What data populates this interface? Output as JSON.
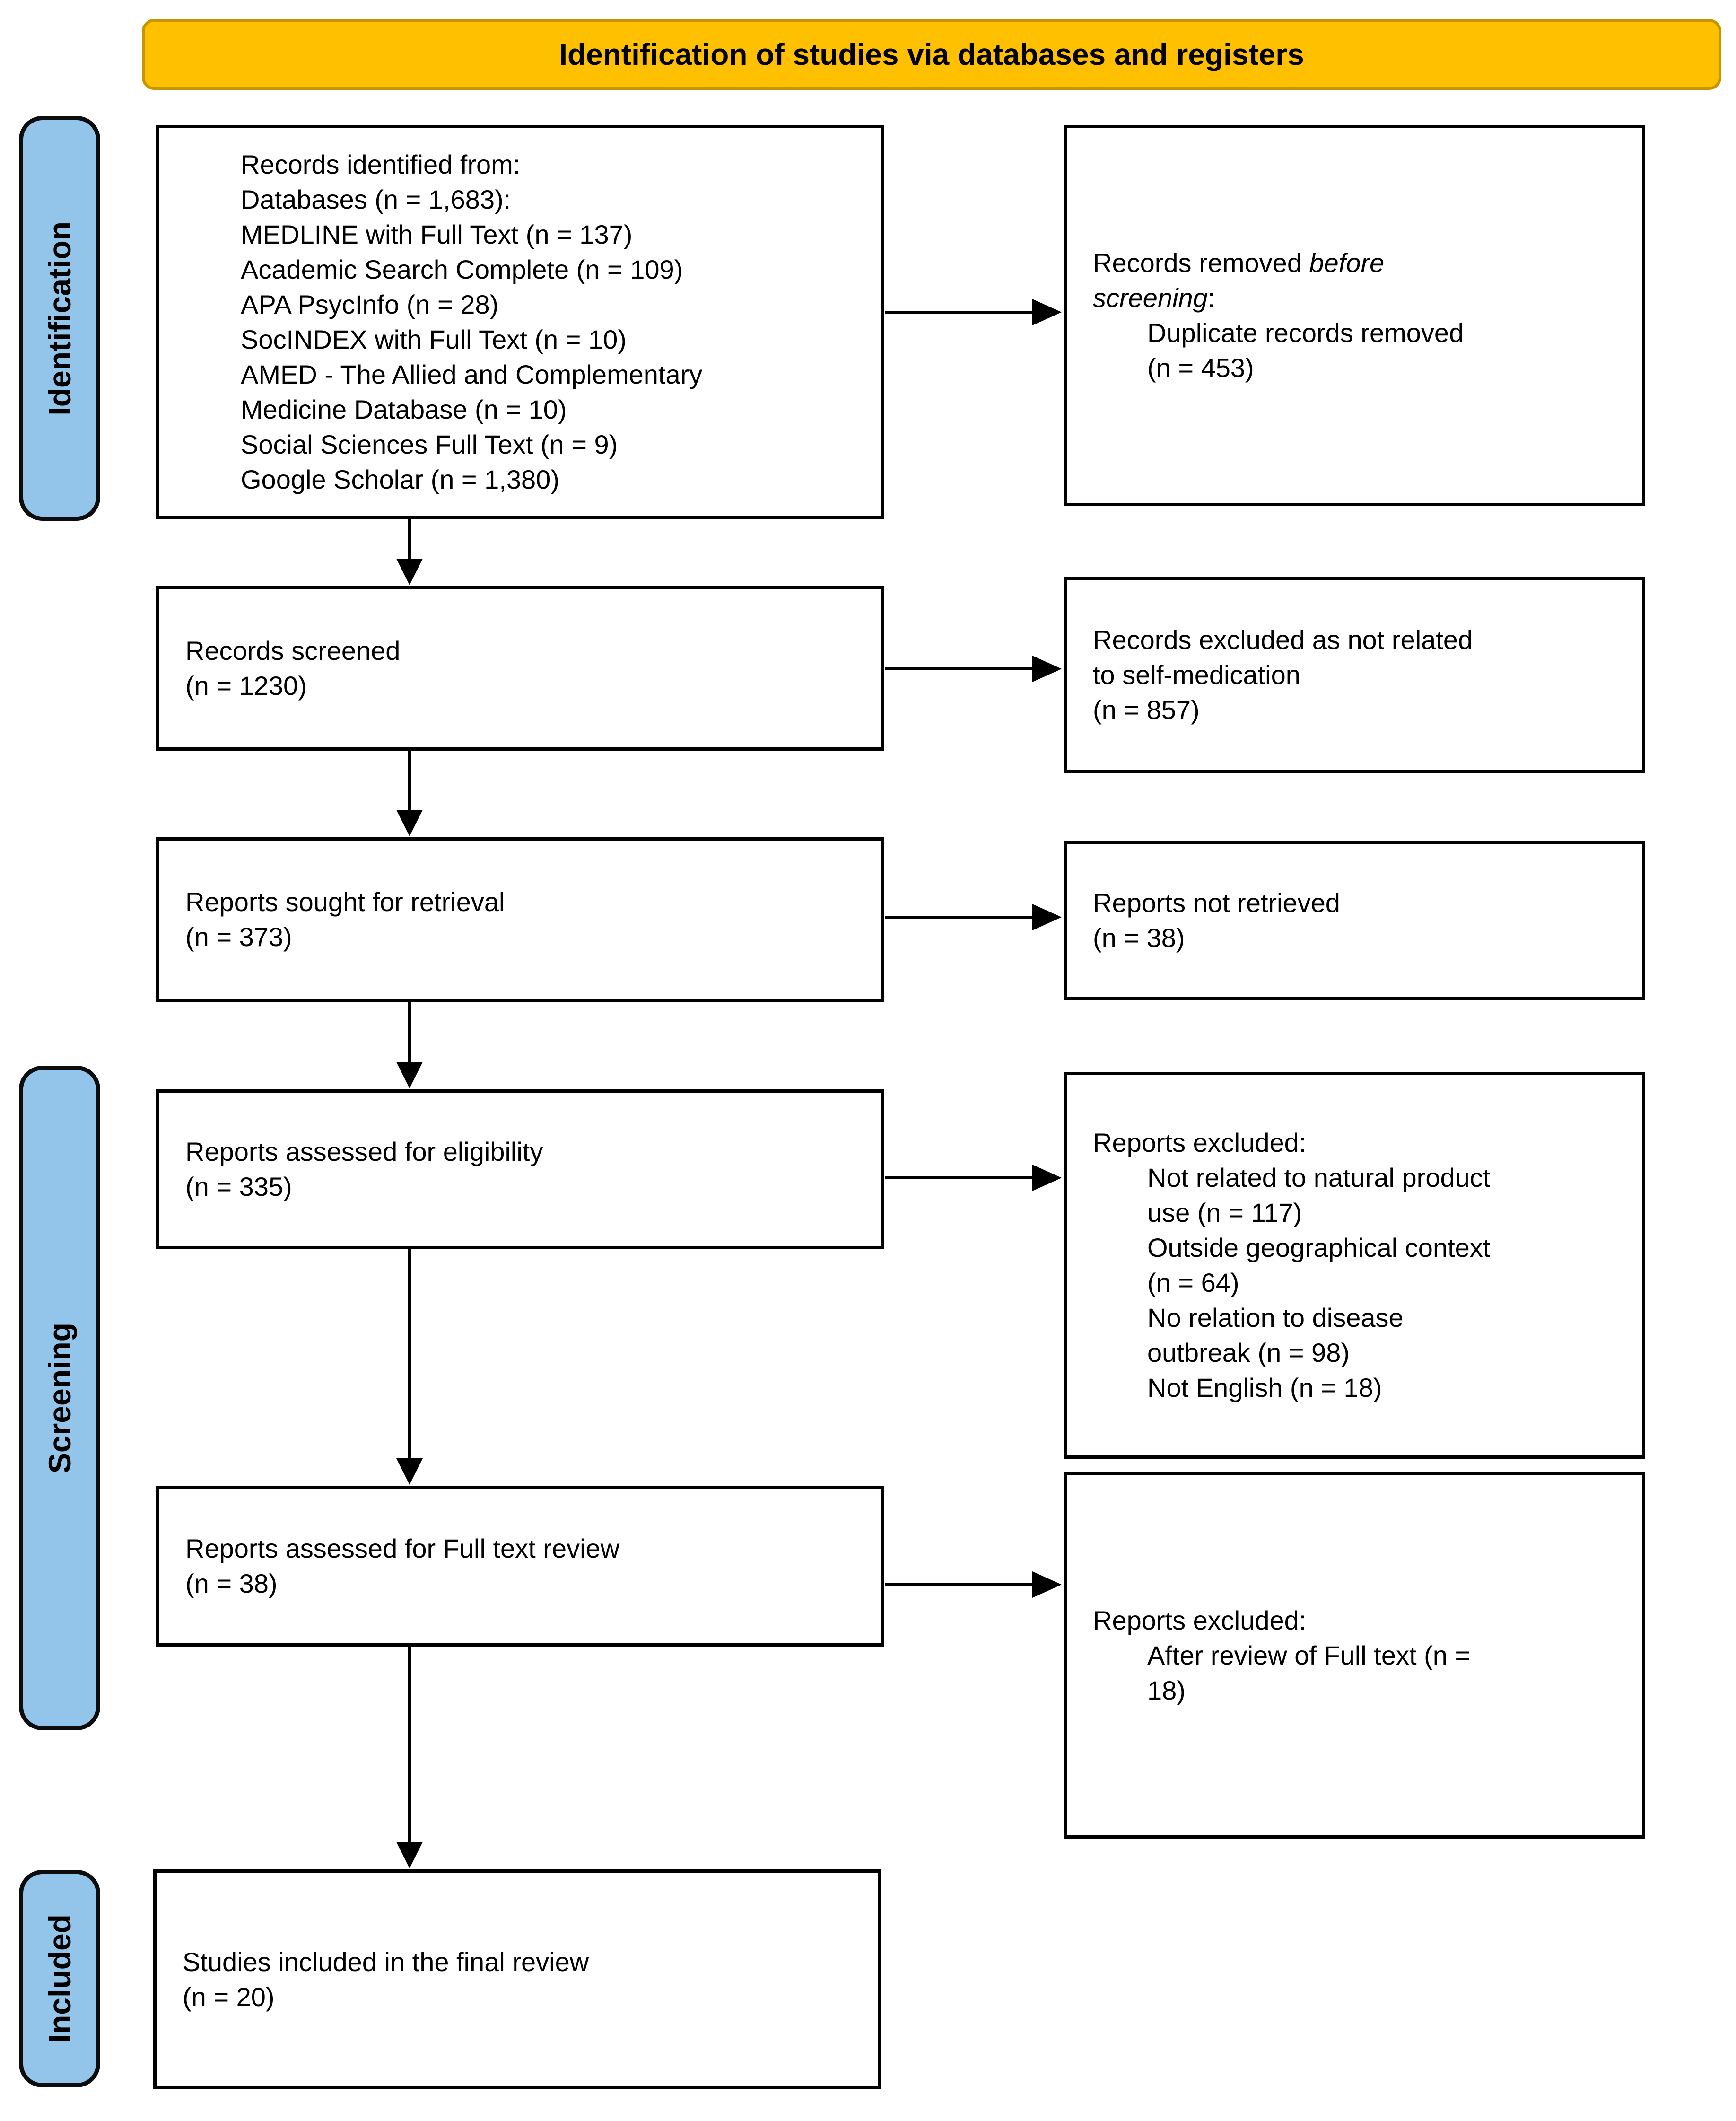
{
  "header": {
    "title": "Identification of studies via databases and registers"
  },
  "sidebar": {
    "identification": "Identification",
    "screening": "Screening",
    "included": "Included"
  },
  "boxes": {
    "records_identified": {
      "lines": [
        "Records identified from:",
        "Databases (n = 1,683):",
        "MEDLINE with Full Text (n = 137)",
        "Academic Search Complete (n = 109)",
        "APA PsycInfo (n = 28)",
        "SocINDEX with Full Text (n = 10)",
        "AMED - The Allied and Complementary",
        "Medicine Database (n = 10)",
        "Social Sciences Full Text (n = 9)",
        "Google Scholar (n = 1,380)"
      ]
    },
    "records_removed": {
      "line1_prefix": "Records removed ",
      "line1_italic": "before",
      "line2_italic": "screening",
      "line2_suffix": ":",
      "items": [
        "Duplicate records removed",
        "(n = 453)"
      ]
    },
    "records_screened": {
      "lines": [
        "Records screened",
        "(n = 1230)"
      ]
    },
    "records_excluded": {
      "lines": [
        "Records excluded as not related",
        "to self-medication",
        "(n = 857)"
      ]
    },
    "reports_sought": {
      "lines": [
        "Reports sought for retrieval",
        "(n = 373)"
      ]
    },
    "reports_not_retrieved": {
      "lines": [
        "Reports not retrieved",
        "(n = 38)"
      ]
    },
    "reports_assessed_eligibility": {
      "lines": [
        "Reports assessed for eligibility",
        "(n = 335)"
      ]
    },
    "reports_excluded_eligibility": {
      "heading": "Reports excluded:",
      "items": [
        "Not related to natural product",
        "use (n = 117)",
        "Outside geographical context",
        "(n = 64)",
        "No relation to disease",
        "outbreak (n = 98)",
        "Not English (n = 18)"
      ]
    },
    "reports_assessed_fulltext": {
      "lines": [
        "Reports assessed for Full text review",
        "(n = 38)"
      ]
    },
    "reports_excluded_fulltext": {
      "heading": "Reports excluded:",
      "items": [
        "After review of Full text (n =",
        "18)"
      ]
    },
    "studies_included": {
      "lines": [
        "Studies included in the final review",
        "(n = 20)"
      ]
    }
  },
  "colors": {
    "banner_fill": "#FFC000",
    "banner_border": "#C69500",
    "stage_label_fill": "#92C5E9",
    "box_border": "#000000",
    "arrow": "#000000"
  }
}
